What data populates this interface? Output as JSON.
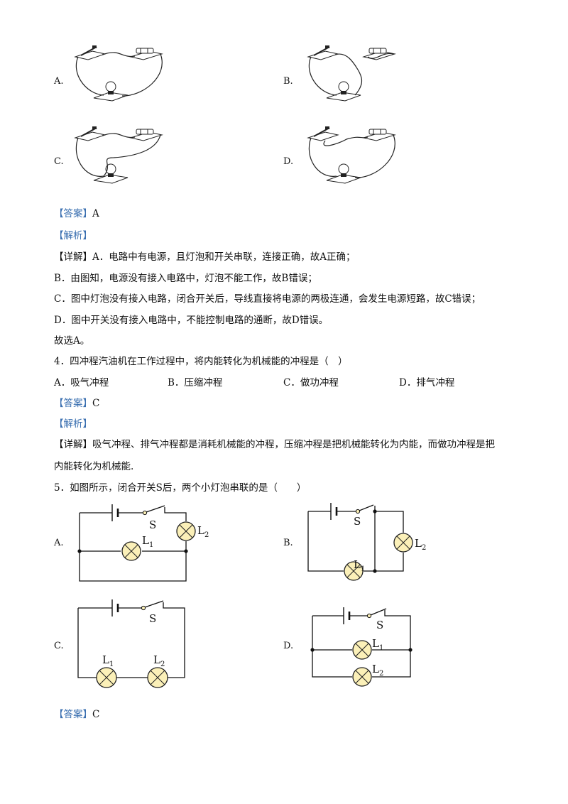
{
  "q3": {
    "options": [
      {
        "label": "A."
      },
      {
        "label": "B."
      },
      {
        "label": "C."
      },
      {
        "label": "D."
      }
    ],
    "answer_tag": "【答案】",
    "answer": "A",
    "analysis_tag": "【解析】",
    "detail_tag": "【详解】",
    "explanations": [
      "A．电路中有电源，且灯泡和开关串联，连接正确，故A正确；",
      "B．由图知，电源没有接入电路中，灯泡不能工作，故B错误；",
      "C．图中灯泡没有接入电路，闭合开关后，导线直接将电源的两极连通，会发生电源短路，故C错误；",
      "D．图中开关没有接入电路中，不能控制电路的通断，故D错误。"
    ],
    "conclusion": "故选A。"
  },
  "q4": {
    "question": "4．四冲程汽油机在工作过程中，将内能转化为机械能的冲程是（　）",
    "choices": [
      "A．吸气冲程",
      "B．压缩冲程",
      "C．做功冲程",
      "D．排气冲程"
    ],
    "answer_tag": "【答案】",
    "answer": "C",
    "analysis_tag": "【解析】",
    "detail_tag": "【详解】",
    "detail_line1": "吸气冲程、排气冲程都是消耗机械能的冲程，压缩冲程是把机械能转化为内能，而做功冲程是把",
    "detail_line2": "内能转化为机械能."
  },
  "q5": {
    "question": "5．如图所示，闭合开关S后，两个小灯泡串联的是（　　）",
    "options": [
      {
        "label": "A."
      },
      {
        "label": "B."
      },
      {
        "label": "C."
      },
      {
        "label": "D."
      }
    ],
    "switch_label": "S",
    "lamp1": "L",
    "lamp1_sub": "1",
    "lamp2": "L",
    "lamp2_sub": "2",
    "answer_tag": "【答案】",
    "answer": "C"
  }
}
